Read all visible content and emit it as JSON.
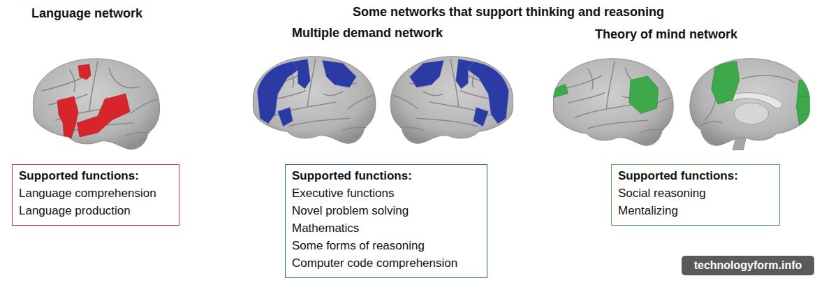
{
  "diagram": {
    "nodes": [
      {
        "text": [
          "Supported functions:",
          "Language comprehension",
          "Language production"
        ]
      },
      {
        "text": [
          "Supported functions:",
          "Executive functions",
          "Novel problem solving",
          "Mathematics",
          "Some forms of reasoning",
          "Computer code comprehension"
        ]
      },
      {
        "text": [
          "Supported functions:",
          "Social reasoning",
          "Mentalizing"
        ]
      }
    ],
    "labels": [
      "Language network",
      "Some networks that support thinking and reasoning",
      "Multiple demand network",
      "Theory of mind network",
      "technologyform.info"
    ]
  }
}
